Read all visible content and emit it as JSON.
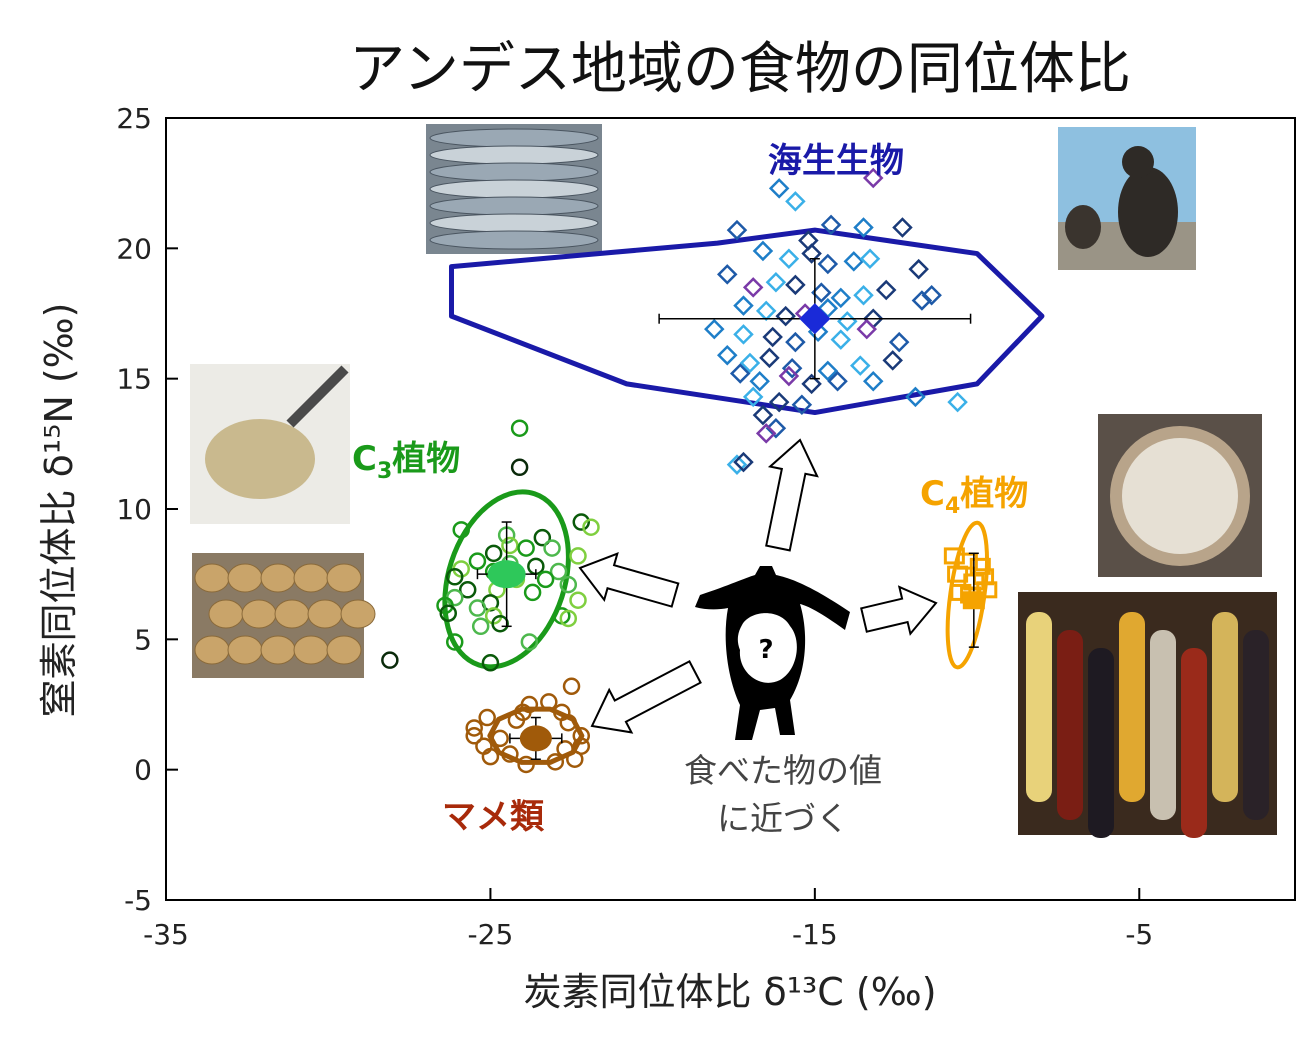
{
  "chart_data": {
    "type": "scatter",
    "title": "アンデス地域の食物の同位体比",
    "xlabel": "炭素同位体比 δ¹³C (‰)",
    "ylabel": "窒素同位体比 δ¹⁵N (‰)",
    "xlim": [
      -35,
      -0.2
    ],
    "ylim": [
      -5,
      25
    ],
    "xticks": [
      "-35",
      "-25",
      "-15",
      "-5"
    ],
    "yticks": [
      "-5",
      "0",
      "5",
      "10",
      "15",
      "20",
      "25"
    ],
    "grid": false,
    "groups": [
      {
        "name": "海生生物",
        "color": "#1a1aa8",
        "marker": "open-diamond",
        "mean": [
          -15.0,
          17.3
        ],
        "sd_x": 4.8,
        "sd_y": 2.3,
        "points": [
          [
            -16.1,
            22.3
          ],
          [
            -15.6,
            21.8
          ],
          [
            -15.2,
            20.3
          ],
          [
            -14.5,
            20.9
          ],
          [
            -13.5,
            20.8
          ],
          [
            -13.2,
            22.7
          ],
          [
            -12.3,
            20.8
          ],
          [
            -17.4,
            20.7
          ],
          [
            -16.6,
            19.9
          ],
          [
            -15.8,
            19.6
          ],
          [
            -15.1,
            19.8
          ],
          [
            -14.6,
            19.4
          ],
          [
            -13.8,
            19.5
          ],
          [
            -13.3,
            19.6
          ],
          [
            -11.8,
            19.2
          ],
          [
            -17.7,
            19.0
          ],
          [
            -16.9,
            18.5
          ],
          [
            -16.2,
            18.7
          ],
          [
            -15.6,
            18.6
          ],
          [
            -14.8,
            18.3
          ],
          [
            -14.2,
            18.1
          ],
          [
            -13.5,
            18.2
          ],
          [
            -12.8,
            18.4
          ],
          [
            -11.4,
            18.2
          ],
          [
            -17.2,
            17.8
          ],
          [
            -16.5,
            17.6
          ],
          [
            -15.9,
            17.4
          ],
          [
            -15.3,
            17.5
          ],
          [
            -14.6,
            17.7
          ],
          [
            -14.0,
            17.2
          ],
          [
            -13.2,
            17.3
          ],
          [
            -11.7,
            18.0
          ],
          [
            -18.1,
            16.9
          ],
          [
            -17.2,
            16.7
          ],
          [
            -16.3,
            16.6
          ],
          [
            -15.6,
            16.4
          ],
          [
            -14.9,
            16.8
          ],
          [
            -14.2,
            16.5
          ],
          [
            -13.4,
            16.9
          ],
          [
            -12.4,
            16.4
          ],
          [
            -17.7,
            15.9
          ],
          [
            -17.0,
            15.6
          ],
          [
            -16.4,
            15.8
          ],
          [
            -15.7,
            15.4
          ],
          [
            -14.6,
            15.3
          ],
          [
            -13.6,
            15.5
          ],
          [
            -12.6,
            15.7
          ],
          [
            -17.3,
            15.2
          ],
          [
            -16.7,
            14.9
          ],
          [
            -15.8,
            15.1
          ],
          [
            -15.1,
            14.8
          ],
          [
            -14.3,
            14.9
          ],
          [
            -13.2,
            14.9
          ],
          [
            -16.9,
            14.3
          ],
          [
            -16.1,
            14.1
          ],
          [
            -15.4,
            14.0
          ],
          [
            -11.9,
            14.3
          ],
          [
            -10.6,
            14.1
          ],
          [
            -16.6,
            13.6
          ],
          [
            -16.2,
            13.1
          ],
          [
            -16.5,
            12.9
          ],
          [
            -17.4,
            11.7
          ],
          [
            -17.2,
            11.8
          ]
        ]
      },
      {
        "name": "C3植物",
        "color": "#1a9a1a",
        "marker": "open-circle",
        "mean": [
          -24.5,
          7.5
        ],
        "sd_x": 0.9,
        "sd_y": 2.0,
        "points": [
          [
            -24.1,
            13.1
          ],
          [
            -24.1,
            11.6
          ],
          [
            -22.2,
            9.5
          ],
          [
            -21.9,
            9.3
          ],
          [
            -25.9,
            9.2
          ],
          [
            -24.5,
            9.0
          ],
          [
            -23.4,
            8.9
          ],
          [
            -24.4,
            8.6
          ],
          [
            -23.9,
            8.5
          ],
          [
            -23.1,
            8.5
          ],
          [
            -24.9,
            8.3
          ],
          [
            -22.3,
            8.2
          ],
          [
            -25.4,
            8.0
          ],
          [
            -24.4,
            7.9
          ],
          [
            -23.6,
            7.8
          ],
          [
            -25.9,
            7.7
          ],
          [
            -24.9,
            7.6
          ],
          [
            -22.9,
            7.6
          ],
          [
            -26.1,
            7.4
          ],
          [
            -24.2,
            7.3
          ],
          [
            -23.3,
            7.3
          ],
          [
            -22.6,
            7.1
          ],
          [
            -25.7,
            6.9
          ],
          [
            -24.8,
            6.9
          ],
          [
            -23.7,
            6.8
          ],
          [
            -26.1,
            6.6
          ],
          [
            -25.0,
            6.4
          ],
          [
            -22.3,
            6.5
          ],
          [
            -26.4,
            6.3
          ],
          [
            -25.4,
            6.2
          ],
          [
            -26.3,
            6.0
          ],
          [
            -24.9,
            5.9
          ],
          [
            -22.8,
            5.9
          ],
          [
            -25.3,
            5.5
          ],
          [
            -24.7,
            5.6
          ],
          [
            -22.6,
            5.8
          ],
          [
            -26.1,
            4.9
          ],
          [
            -23.8,
            4.9
          ],
          [
            -25.0,
            4.1
          ],
          [
            -28.1,
            4.2
          ]
        ]
      },
      {
        "name": "C4植物",
        "color": "#f5a300",
        "marker": "open-square",
        "mean": [
          -10.1,
          6.5
        ],
        "sd_x": 0.3,
        "sd_y": 1.8,
        "points": [
          [
            -10.7,
            8.2
          ],
          [
            -10.3,
            8.0
          ],
          [
            -9.9,
            7.8
          ],
          [
            -10.6,
            7.5
          ],
          [
            -10.1,
            7.2
          ],
          [
            -9.8,
            7.4
          ],
          [
            -10.5,
            6.8
          ],
          [
            -10.2,
            6.7
          ],
          [
            -9.7,
            6.9
          ]
        ]
      },
      {
        "name": "マメ類",
        "color": "#a05a0a",
        "marker": "open-circle",
        "mean": [
          -23.6,
          1.2
        ],
        "sd_x": 0.8,
        "sd_y": 0.8,
        "points": [
          [
            -22.5,
            3.2
          ],
          [
            -23.2,
            2.6
          ],
          [
            -23.8,
            2.5
          ],
          [
            -22.8,
            2.2
          ],
          [
            -25.1,
            2.0
          ],
          [
            -24.2,
            1.9
          ],
          [
            -25.5,
            1.6
          ],
          [
            -22.6,
            1.8
          ],
          [
            -22.2,
            1.3
          ],
          [
            -24.7,
            1.2
          ],
          [
            -25.2,
            0.9
          ],
          [
            -22.7,
            0.8
          ],
          [
            -25.0,
            0.5
          ],
          [
            -23.9,
            0.2
          ],
          [
            -24.4,
            0.6
          ],
          [
            -23.0,
            0.3
          ],
          [
            -22.4,
            0.4
          ],
          [
            -25.5,
            1.3
          ],
          [
            -22.2,
            0.9
          ],
          [
            -24.0,
            2.2
          ]
        ]
      }
    ],
    "annotation": "食べた物の値に近づく",
    "annotation_lines": [
      "食べた物の値",
      "に近づく"
    ],
    "center_icon": "question-mark",
    "photos": [
      "fish",
      "sea-lion",
      "quinoa",
      "potatoes",
      "amaranth-grain",
      "corn"
    ]
  },
  "labels": {
    "marine": "海生生物",
    "c3_sub": "3",
    "c4_sub": "4",
    "c_letter": "C",
    "plant": "植物",
    "legume": "マメ類",
    "qmark": "?"
  },
  "colors": {
    "marine": "#1a1aa8",
    "c3": "#1a9a1a",
    "c4": "#f5a300",
    "legume": "#a05a0a",
    "marine_points": [
      "#1e7ec8",
      "#3ab0e8",
      "#1a3a78",
      "#1e5aa8"
    ],
    "c3_points": [
      "#1a9a1a",
      "#4db84d",
      "#0a5a0a",
      "#7fcf3f"
    ],
    "purple": "#7a3aa8"
  }
}
